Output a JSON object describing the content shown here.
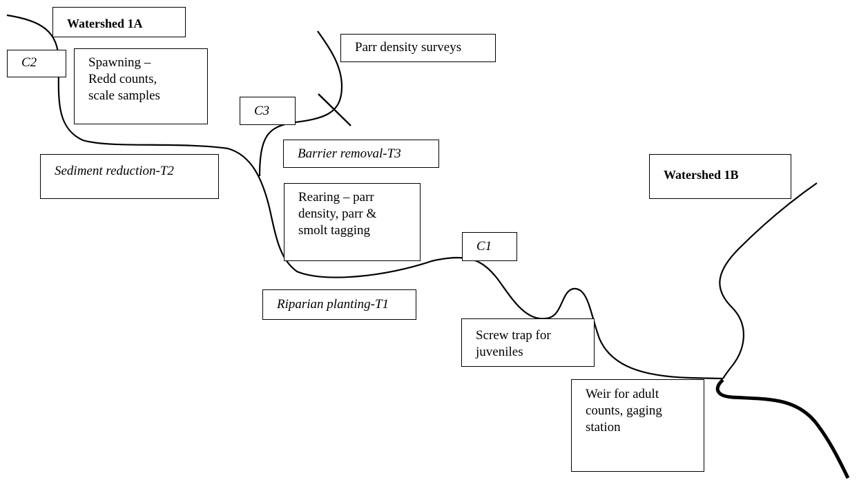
{
  "diagram": {
    "watersheds": {
      "a": "Watershed 1A",
      "b": "Watershed 1B"
    },
    "controls": {
      "c1": "C1",
      "c2": "C2",
      "c3": "C3"
    },
    "treatments": {
      "sediment": "Sediment reduction-T2",
      "barrier": "Barrier removal-T3",
      "riparian": "Riparian planting-T1"
    },
    "monitoring": {
      "spawning": [
        "Spawning –",
        "Redd counts,",
        "scale samples"
      ],
      "parr_surveys": "Parr density surveys",
      "rearing": [
        "Rearing – parr",
        "density, parr &",
        "smolt tagging"
      ],
      "screw_trap": [
        "Screw trap for",
        "juveniles"
      ],
      "weir": [
        "Weir for adult",
        "counts, gaging",
        "station"
      ]
    }
  }
}
